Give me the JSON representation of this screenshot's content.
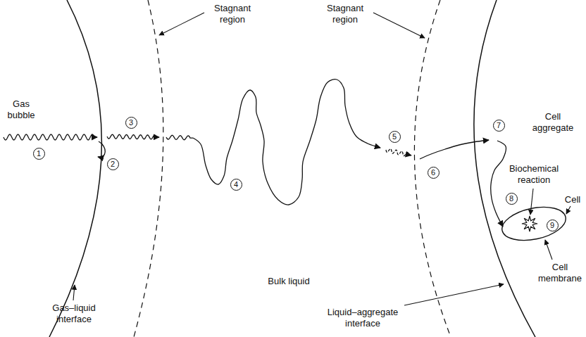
{
  "diagram": {
    "labels": [
      "Stagnant region",
      "Stagnant region",
      "Gas bubble",
      "Cell aggregate",
      "1",
      "2",
      "3",
      "Biochemical reaction",
      "Cell",
      "4",
      "5",
      "6",
      "7",
      "8",
      "9",
      "Bulk liquid",
      "Cell membrane",
      "Gas–liquid interface",
      "Liquid–aggregate interface"
    ]
  }
}
